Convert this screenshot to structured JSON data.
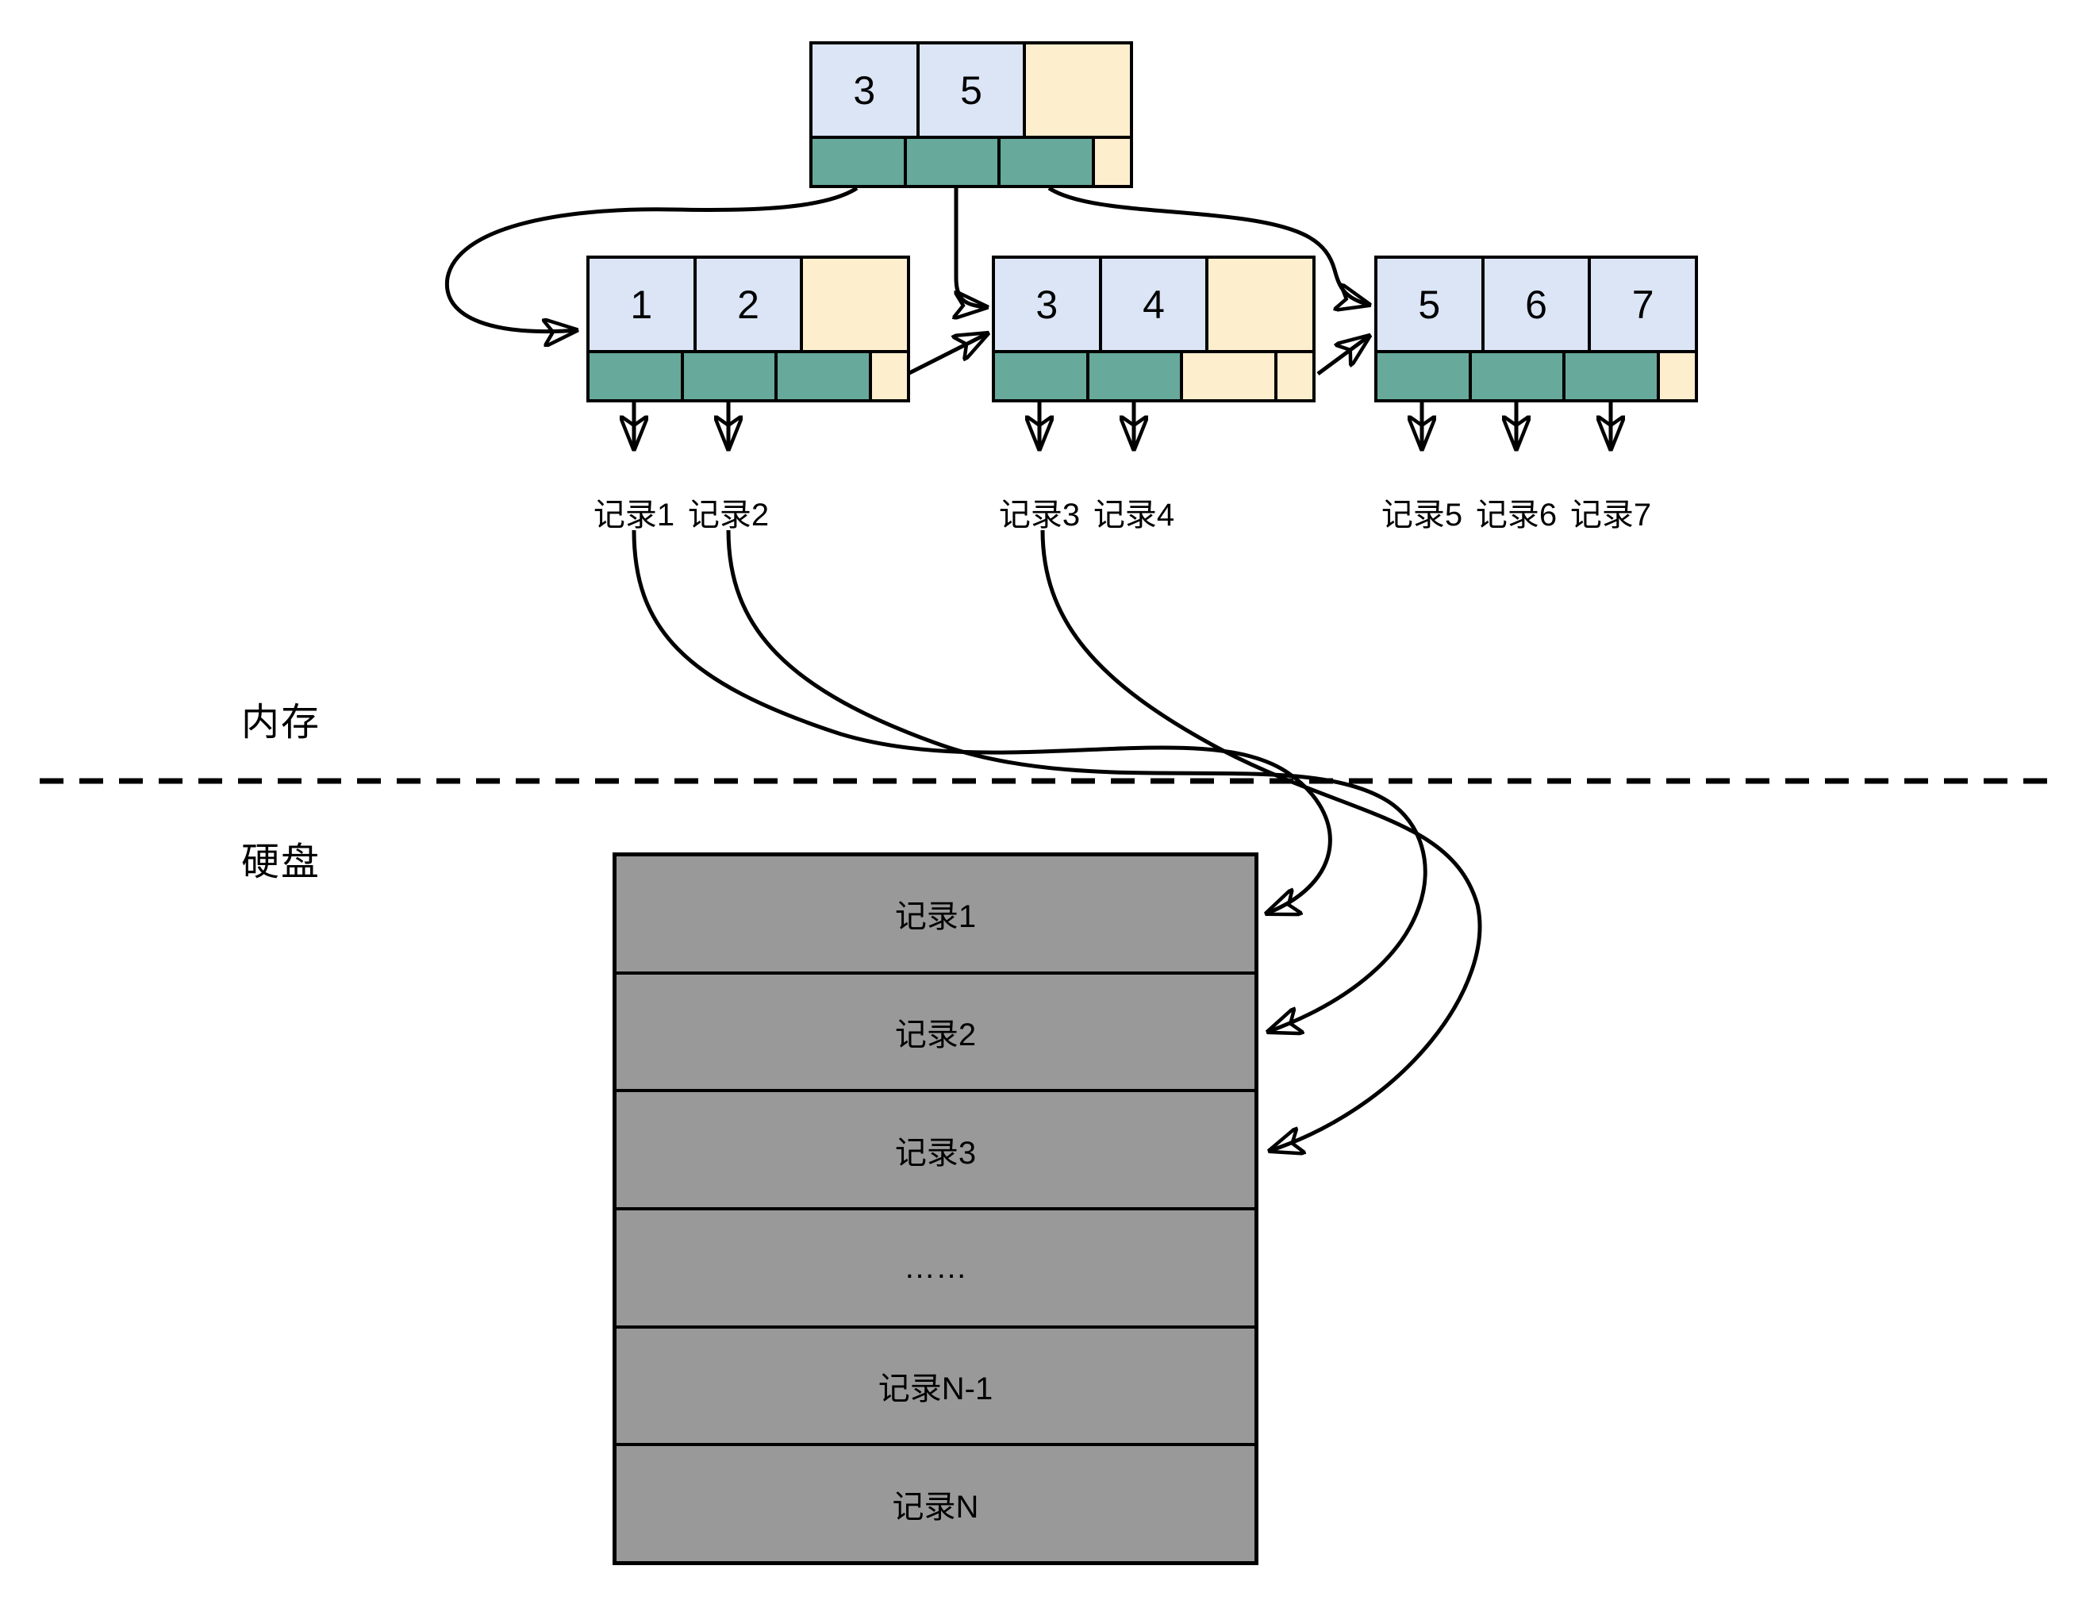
{
  "palette": {
    "key_cell": "#dbe5f6",
    "pointer_cell": "#67a99b",
    "empty_cell": "#fdeecd",
    "disk_row": "#999999",
    "line": "#000000",
    "background": "#ffffff"
  },
  "regions": {
    "memory": "内存",
    "disk": "硬盘"
  },
  "tree": {
    "root": {
      "keys": [
        "3",
        "5"
      ]
    },
    "leaves": [
      {
        "keys": [
          "1",
          "2"
        ]
      },
      {
        "keys": [
          "3",
          "4"
        ]
      },
      {
        "keys": [
          "5",
          "6",
          "7"
        ]
      }
    ]
  },
  "record_labels": [
    "记录1",
    "记录2",
    "记录3",
    "记录4",
    "记录5",
    "记录6",
    "记录7"
  ],
  "disk_table": {
    "rows": [
      "记录1",
      "记录2",
      "记录3",
      "……",
      "记录N-1",
      "记录N"
    ]
  }
}
